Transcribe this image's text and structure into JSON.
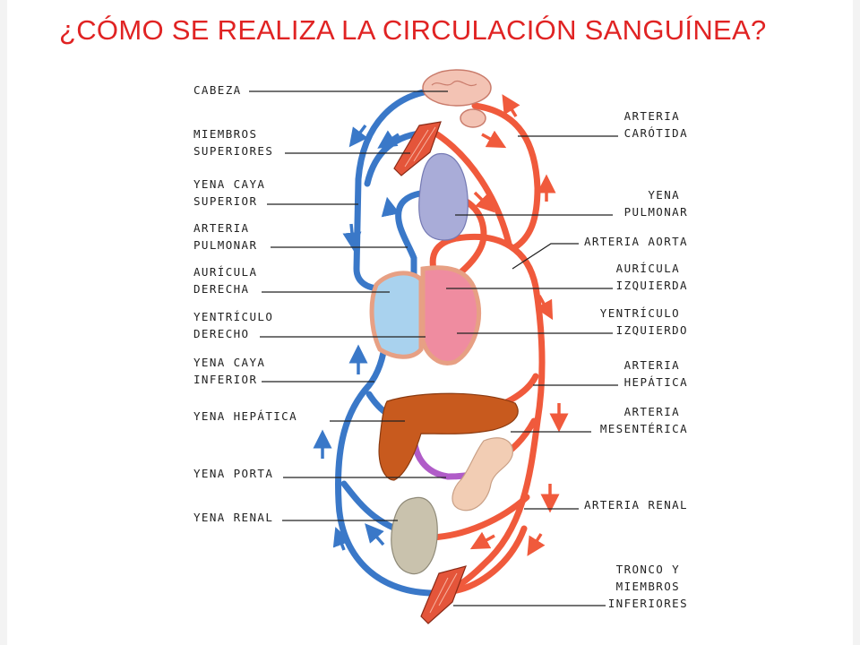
{
  "title": "¿CÓMO SE REALIZA LA CIRCULACIÓN SANGUÍNEA?",
  "colors": {
    "title": "#e02323",
    "artery": "#f05a3c",
    "vein": "#3a78c8",
    "portal": "#b05cc8",
    "lung": "#a9acd8",
    "liver": "#c85a1e",
    "kidney": "#c9c2ad",
    "intestine": "#f2cdb4",
    "brain": "#f3c3b4",
    "heart_left": "#ef8ca0",
    "heart_right": "#a9d2ee"
  },
  "labels_left": [
    {
      "lines": [
        "CABEZA"
      ]
    },
    {
      "lines": [
        "MIEMBROS",
        "SUPERIORES"
      ]
    },
    {
      "lines": [
        "YENA CAYA",
        "SUPERIOR"
      ]
    },
    {
      "lines": [
        "ARTERIA",
        "PULMONAR"
      ]
    },
    {
      "lines": [
        "AURÍCULA",
        "DERECHA"
      ]
    },
    {
      "lines": [
        "YENTRÍCULO",
        "DERECHO"
      ]
    },
    {
      "lines": [
        "YENA CAYA",
        "INFERIOR"
      ]
    },
    {
      "lines": [
        "YENA HEPÁTICA"
      ]
    },
    {
      "lines": [
        "YENA PORTA"
      ]
    },
    {
      "lines": [
        "YENA RENAL"
      ]
    }
  ],
  "labels_right": [
    {
      "lines": [
        "ARTERIA",
        "CARÓTIDA"
      ]
    },
    {
      "lines": [
        "YENA",
        "PULMONAR"
      ]
    },
    {
      "lines": [
        "ARTERIA AORTA"
      ]
    },
    {
      "lines": [
        "AURÍCULA",
        "IZQUIERDA"
      ]
    },
    {
      "lines": [
        "YENTRÍCULO",
        "IZQUIERDO"
      ]
    },
    {
      "lines": [
        "ARTERIA",
        "HEPÁTICA"
      ]
    },
    {
      "lines": [
        "ARTERIA",
        "MESENTÉRICA"
      ]
    },
    {
      "lines": [
        "ARTERIA RENAL"
      ]
    },
    {
      "lines": [
        "TRONCO Y",
        "MIEMBROS",
        "INFERIORES"
      ]
    }
  ]
}
